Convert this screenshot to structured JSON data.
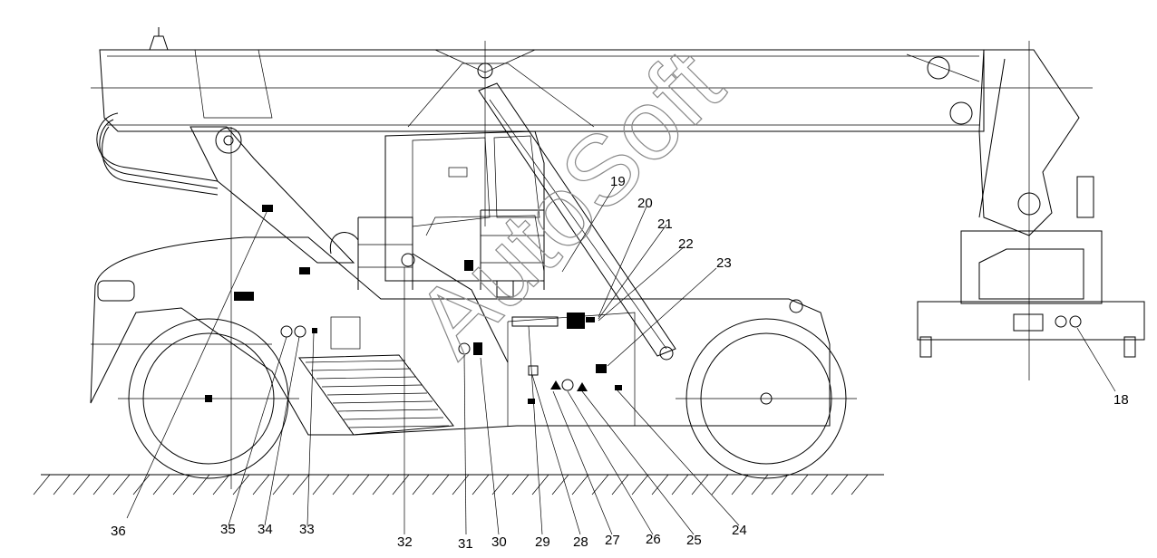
{
  "watermark": "AutoSoft",
  "callouts": [
    "18",
    "19",
    "20",
    "21",
    "22",
    "23",
    "24",
    "25",
    "26",
    "27",
    "28",
    "29",
    "30",
    "31",
    "32",
    "33",
    "34",
    "35",
    "36"
  ],
  "colors": {
    "line": "#000000",
    "background": "#ffffff",
    "watermark": "#888888"
  }
}
